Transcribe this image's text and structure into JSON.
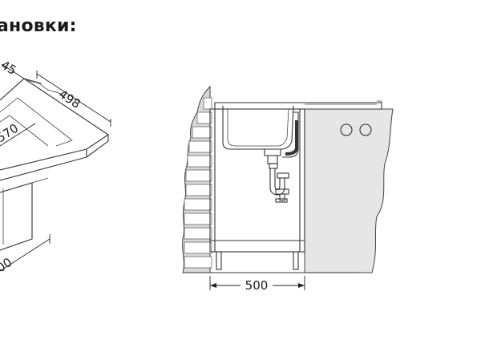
{
  "heading": "ановки:",
  "dimensions": {
    "left_a": "45",
    "left_b": "498",
    "left_c": "570",
    "left_d": "00",
    "width": "500"
  }
}
